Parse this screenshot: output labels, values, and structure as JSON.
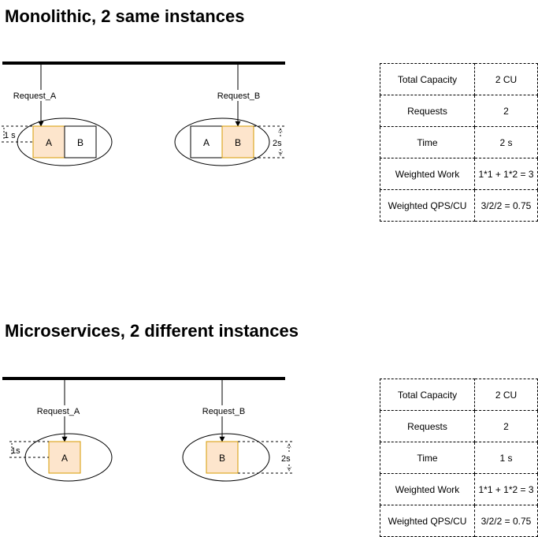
{
  "sections": [
    {
      "title": "Monolithic, 2 same instances",
      "left_request": "Request_A",
      "right_request": "Request_B",
      "left_instance": {
        "boxes": [
          "A",
          "B"
        ],
        "time_label": "1 s"
      },
      "right_instance": {
        "boxes": [
          "A",
          "B"
        ],
        "time_label": "2s"
      },
      "table": [
        {
          "key": "Total Capacity",
          "value": "2 CU"
        },
        {
          "key": "Requests",
          "value": "2"
        },
        {
          "key": "Time",
          "value": "2 s"
        },
        {
          "key": "Weighted Work",
          "value": "1*1 + 1*2 = 3"
        },
        {
          "key": "Weighted QPS/CU",
          "value": "3/2/2 = 0.75"
        }
      ]
    },
    {
      "title": "Microservices, 2 different instances",
      "left_request": "Request_A",
      "right_request": "Request_B",
      "left_instance": {
        "boxes": [
          "A"
        ],
        "time_label": "1s"
      },
      "right_instance": {
        "boxes": [
          "B"
        ],
        "time_label": "2s"
      },
      "table": [
        {
          "key": "Total Capacity",
          "value": "2 CU"
        },
        {
          "key": "Requests",
          "value": "2"
        },
        {
          "key": "Time",
          "value": "1 s"
        },
        {
          "key": "Weighted Work",
          "value": "1*1 + 1*2 = 3"
        },
        {
          "key": "Weighted QPS/CU",
          "value": "3/2/2 = 0.75"
        }
      ]
    }
  ],
  "colors": {
    "active_fill": "#fde5cc",
    "active_stroke": "#d79b00",
    "line": "#000000"
  }
}
